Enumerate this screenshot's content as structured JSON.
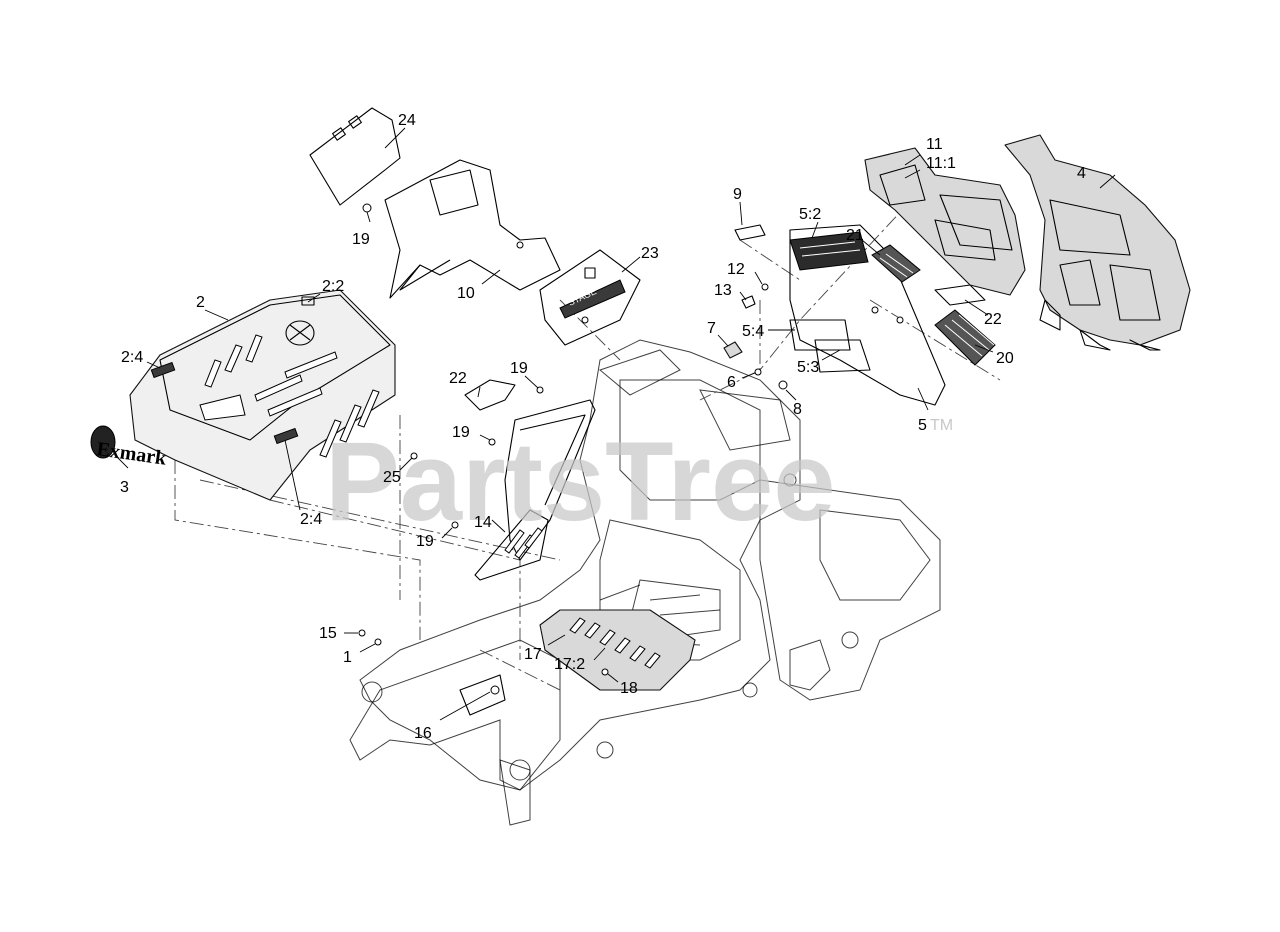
{
  "watermark": {
    "text": "PartsTree",
    "tm": "TM"
  },
  "callouts": {
    "c1": "1",
    "c2": "2",
    "c2_2": "2:2",
    "c2_4a": "2:4",
    "c2_4b": "2:4",
    "c3": "3",
    "c4": "4",
    "c5": "5",
    "c5_2": "5:2",
    "c5_3": "5:3",
    "c5_4": "5:4",
    "c6": "6",
    "c7": "7",
    "c8": "8",
    "c9": "9",
    "c10": "10",
    "c11": "11",
    "c11_1": "11:1",
    "c12": "12",
    "c13": "13",
    "c14": "14",
    "c15": "15",
    "c16": "16",
    "c17": "17",
    "c17_2": "17:2",
    "c18": "18",
    "c19a": "19",
    "c19b": "19",
    "c19c": "19",
    "c19d": "19",
    "c20": "20",
    "c21": "21",
    "c22a": "22",
    "c22b": "22",
    "c23": "23",
    "c24": "24",
    "c25": "25"
  },
  "decals": {
    "brand": "Exmark",
    "panel": "STAGE"
  }
}
